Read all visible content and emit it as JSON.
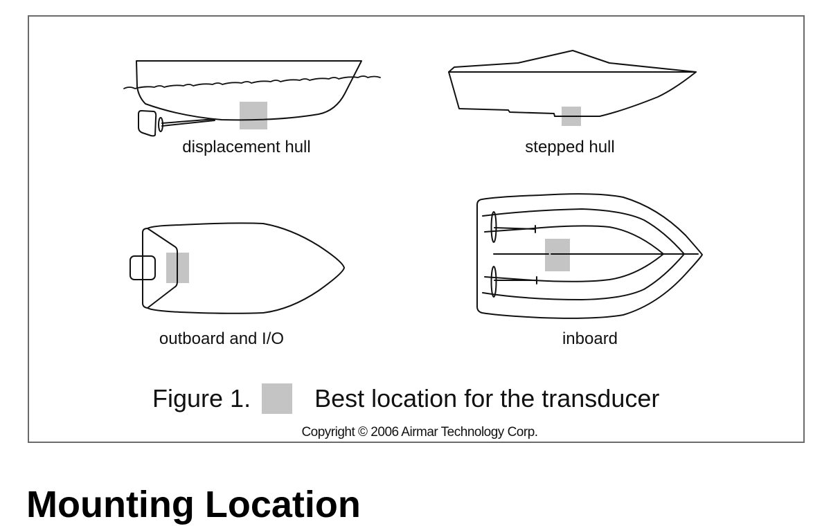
{
  "figure": {
    "boats": [
      {
        "id": "displacement",
        "label": "displacement hull"
      },
      {
        "id": "stepped",
        "label": "stepped hull"
      },
      {
        "id": "outboard",
        "label": "outboard and I/O"
      },
      {
        "id": "inboard",
        "label": "inboard"
      }
    ],
    "caption_prefix": "Figure 1.",
    "caption_text": "Best location for the transducer",
    "copyright": "Copyright © 2006 Airmar Technology Corp.",
    "highlight_color": "#c4c4c4",
    "line_color": "#111111",
    "frame_color": "#6a6a6a"
  },
  "heading": "Mounting Location"
}
